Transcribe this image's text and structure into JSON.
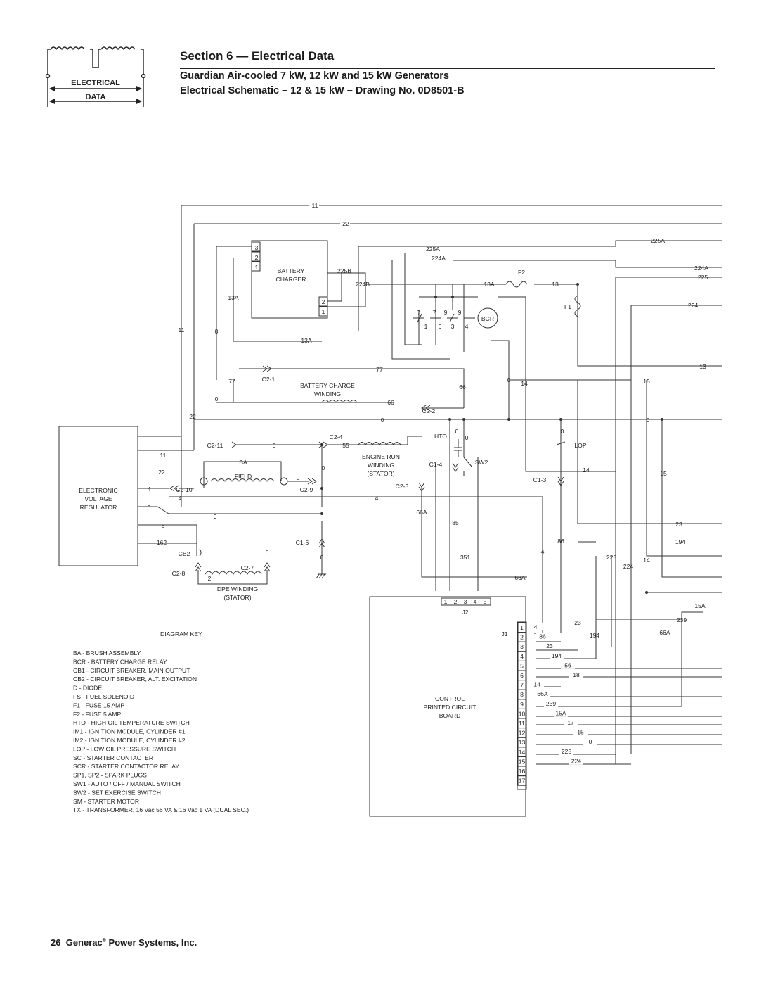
{
  "header": {
    "section_title": "Section 6 — Electrical Data",
    "subtitle_1": "Guardian Air-cooled 7 kW, 12 kW and 15 kW Generators",
    "subtitle_2": "Electrical Schematic – 12 & 15 kW – Drawing No. 0D8501-B",
    "logo_line_1": "ELECTRICAL",
    "logo_line_2": "DATA"
  },
  "footer": {
    "page_number": "26",
    "company": "Generac",
    "registered": "®",
    "company_rest": "Power Systems, Inc."
  },
  "components": {
    "battery_charger": [
      "BATTERY",
      "CHARGER"
    ],
    "battery_charge_winding": [
      "BATTERY CHARGE",
      "WINDING"
    ],
    "engine_run_winding": [
      "ENGINE RUN",
      "WINDING",
      "(STATOR)"
    ],
    "field": "FIELD",
    "ba": "BA",
    "evr": [
      "ELECTRONIC",
      "VOLTAGE",
      "REGULATOR"
    ],
    "dpe": [
      "DPE WINDING",
      "(STATOR)"
    ],
    "bcr": "BCR",
    "hto": "HTO",
    "lop": "LOP",
    "sw2": "SW2",
    "f1": "F1",
    "f2": "F2",
    "cb2": "CB2",
    "control_board": [
      "CONTROL",
      "PRINTED CIRCUIT",
      "BOARD"
    ],
    "j1": "J1",
    "j2": "J2",
    "charger_pins_top": [
      "3",
      "2",
      "1"
    ],
    "charger_pins_bottom": [
      "2",
      "1"
    ],
    "j2_pins": [
      "1",
      "2",
      "3",
      "4",
      "5"
    ],
    "j1_pins": [
      "1",
      "2",
      "3",
      "4",
      "5",
      "6",
      "7",
      "8",
      "9",
      "10",
      "11",
      "12",
      "13",
      "14",
      "15",
      "16",
      "17"
    ]
  },
  "connectors": {
    "c2_1": "C2-1",
    "c2_2": "C2-2",
    "c2_3": "C2-3",
    "c2_4": "C2-4",
    "c2_7": "C2-7",
    "c2_8": "C2-8",
    "c2_9": "C2-9",
    "c2_10": "C2-10",
    "c2_11": "C2-11",
    "c1_3": "C1-3",
    "c1_4": "C1-4",
    "c1_6": "C1-6"
  },
  "wires": {
    "top_11": "11",
    "top_22": "22",
    "w225A_left": "225A",
    "w224A_left": "224A",
    "w225A_right": "225A",
    "w224A_right": "224A",
    "w225_right": "225",
    "w224_right": "224",
    "w13_right": "13",
    "w225B": "225B",
    "w224B": "224B",
    "w13A_f2": "13A",
    "w13_f2": "13",
    "w13A_left": "13A",
    "w13A_bottom": "13A",
    "w11_left": "11",
    "w0_left": "0",
    "w77_right": "77",
    "w77_left": "77",
    "w66_a": "66",
    "w66_b": "66",
    "w0_b": "0",
    "w14_mid": "14",
    "w15_right": "15",
    "w0_right_a": "0",
    "w0_mid": "0",
    "w22_left": "22",
    "w0_cb": "0",
    "w0_cb2": "0",
    "w0_bcr": "0",
    "w0_hto": "0",
    "w0_lop": "0",
    "w55": "55",
    "w0_ba": "0",
    "w0_field": "0",
    "w14_lop": "14",
    "w15_far": "15",
    "w11_evr": "11",
    "w22_evr": "22",
    "w4_evr": "4",
    "w4_mid": "4",
    "w4_right": "4",
    "w0_evr": "0",
    "w0_evr2": "0",
    "w6_evr": "6",
    "w6_cb": "6",
    "w162": "162",
    "w2": "2",
    "w0_c16": "0",
    "w66A_a": "66A",
    "w66A_b": "66A",
    "w85": "85",
    "w351": "351",
    "w86": "86",
    "w23_right": "23",
    "w194_right": "194",
    "w225_mid": "225",
    "w224_mid": "224",
    "w14_far": "14",
    "w15A": "15A",
    "w239": "239",
    "w66A_far": "66A",
    "w23_j": "23",
    "w194_j": "194",
    "relay_top": [
      "7",
      "7",
      "9",
      "9"
    ],
    "relay_bottom": [
      "1",
      "6",
      "3",
      "4"
    ]
  },
  "j1_wires": [
    "4",
    "86",
    "23",
    "194",
    "56",
    "18",
    "14",
    "66A",
    "239",
    "15A",
    "17",
    "15",
    "0",
    "225",
    "224"
  ],
  "diagram_key": {
    "title": "DIAGRAM KEY",
    "items": [
      "BA - BRUSH ASSEMBLY",
      "BCR - BATTERY CHARGE RELAY",
      "CB1 - CIRCUIT BREAKER, MAIN OUTPUT",
      "CB2 - CIRCUIT BREAKER, ALT. EXCITATION",
      "D - DIODE",
      "FS  - FUEL SOLENOID",
      "F1  - FUSE 15 AMP",
      "F2  - FUSE 5 AMP",
      "HTO - HIGH OIL TEMPERATURE SWITCH",
      "IM1 - IGNITION MODULE, CYLINDER #1",
      "IM2 - IGNITION MODULE, CYLINDER #2",
      "LOP - LOW OIL PRESSURE SWITCH",
      "SC  - STARTER CONTACTER",
      "SCR - STARTER CONTACTOR RELAY",
      "SP1, SP2 - SPARK PLUGS",
      "SW1 - AUTO / OFF / MANUAL SWITCH",
      "SW2 - SET EXERCISE SWITCH",
      "SM  - STARTER MOTOR",
      "TX - TRANSFORMER, 16 Vac 56 VA & 16 Vac 1 VA (DUAL SEC.)"
    ]
  }
}
